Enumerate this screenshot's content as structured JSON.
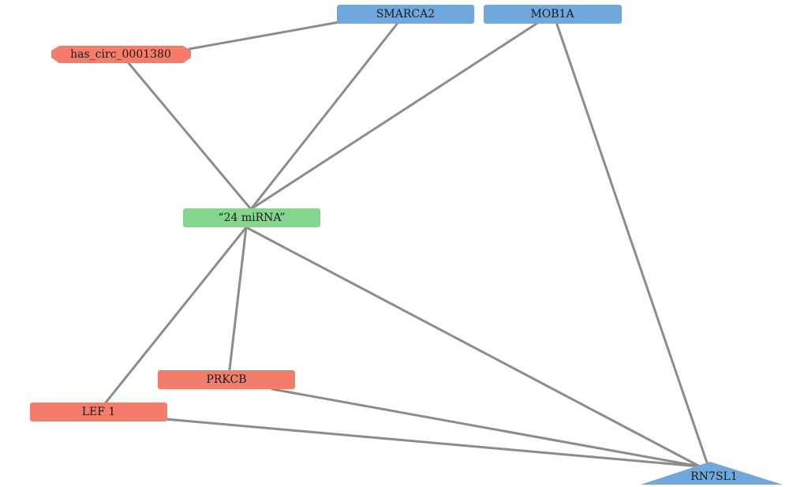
{
  "colors": {
    "edge": "#8c8c8c",
    "blue_node": "#6fa8dc",
    "red_node": "#f47c6b",
    "green_node": "#84d68e"
  },
  "nodes": {
    "smarca2": {
      "label": "SMARCA2"
    },
    "mob1a": {
      "label": "MOB1A"
    },
    "circ": {
      "label": "has_circ_0001380"
    },
    "mirna": {
      "label": "“24 miRNA”"
    },
    "prkcb": {
      "label": "PRKCB"
    },
    "lef1": {
      "label": "LEF 1"
    },
    "rn7sl1": {
      "label": "RN7SL1"
    }
  },
  "edges": [
    [
      "circ",
      "smarca2"
    ],
    [
      "circ",
      "mirna"
    ],
    [
      "smarca2",
      "mirna"
    ],
    [
      "mob1a",
      "mirna"
    ],
    [
      "mob1a",
      "rn7sl1"
    ],
    [
      "mirna",
      "lef1"
    ],
    [
      "mirna",
      "prkcb"
    ],
    [
      "mirna",
      "rn7sl1"
    ],
    [
      "prkcb",
      "rn7sl1"
    ],
    [
      "lef1",
      "rn7sl1"
    ]
  ]
}
